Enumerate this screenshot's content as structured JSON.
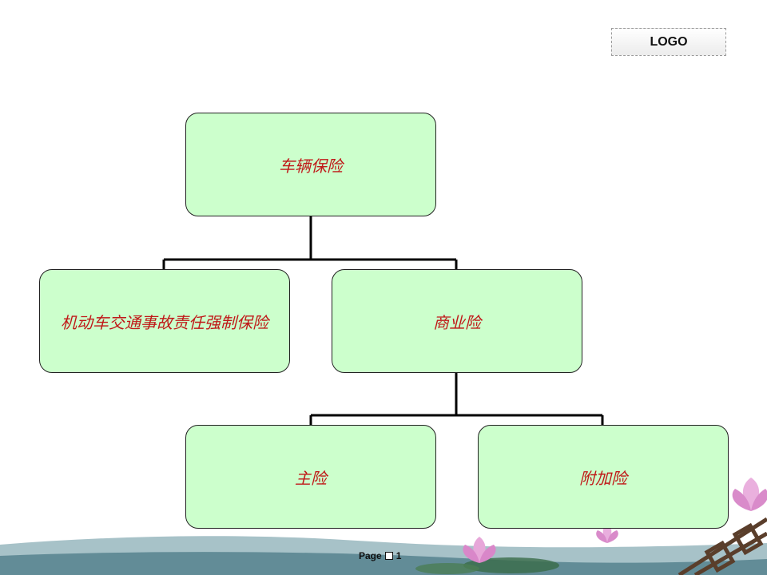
{
  "logo": {
    "text": "LOGO"
  },
  "diagram": {
    "root": {
      "label": "车辆保险"
    },
    "level2": [
      {
        "label": "机动车交通事故责任强制保险"
      },
      {
        "label": "商业险"
      }
    ],
    "level3": [
      {
        "label": "主险"
      },
      {
        "label": "附加险"
      }
    ]
  },
  "footer": {
    "page_label": "Page",
    "page_icon": "square-icon",
    "page_number": "1"
  },
  "colors": {
    "node_fill": "#ccffcc",
    "node_text": "#c01818",
    "connector": "#000000"
  }
}
